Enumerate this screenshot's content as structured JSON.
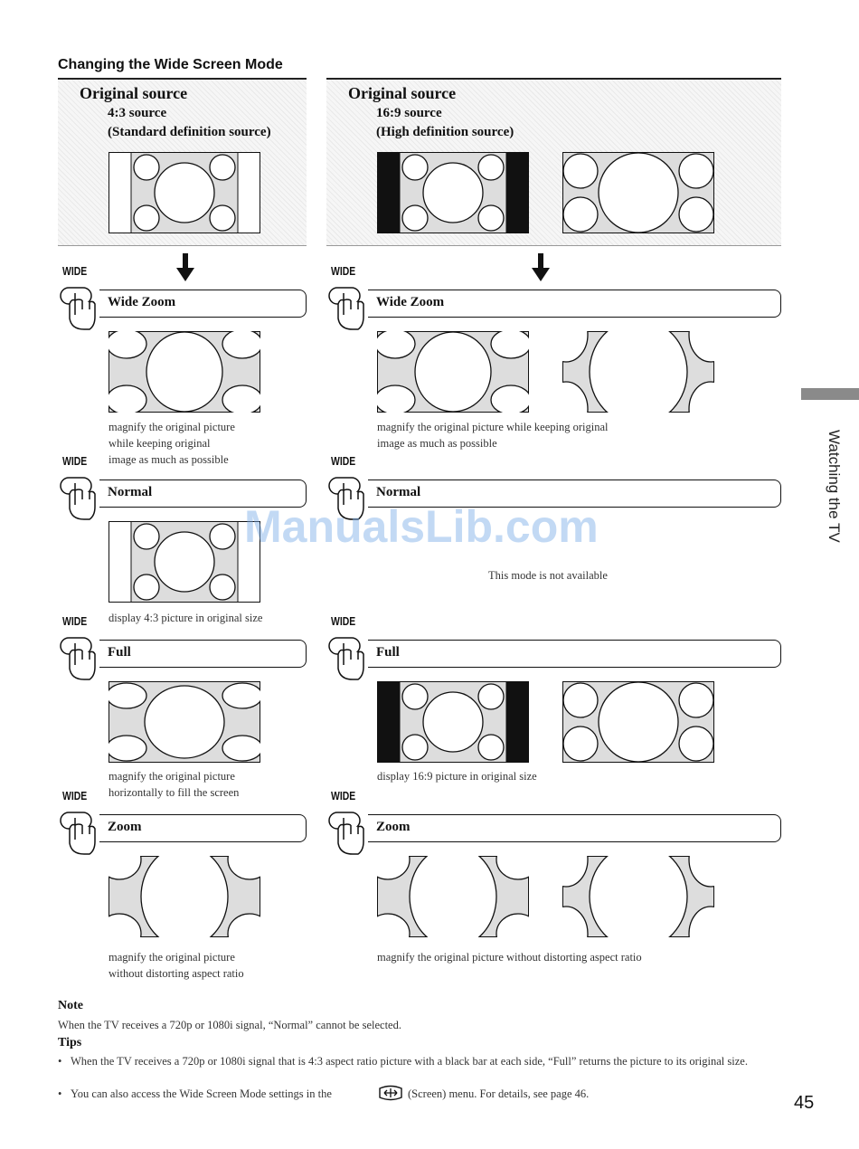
{
  "section_title": "Changing the Wide Screen Mode",
  "left_source": {
    "heading": "Original source",
    "line1": "4:3 source",
    "line2": "(Standard definition source)"
  },
  "right_source": {
    "heading": "Original source",
    "line1": "16:9 source",
    "line2": "(High definition source)"
  },
  "wide_label": "WIDE",
  "modes": [
    {
      "name": "Wide Zoom",
      "left_caption": "magnify the original picture\nwhile keeping original\nimage as much as possible",
      "right_caption": "magnify the original picture while keeping original\nimage as much as possible"
    },
    {
      "name": "Normal",
      "left_caption": "display 4:3 picture in original size",
      "right_caption": "This mode is not available"
    },
    {
      "name": "Full",
      "left_caption": "magnify the original picture\nhorizontally to fill the screen",
      "right_caption": "display 16:9 picture in original size"
    },
    {
      "name": "Zoom",
      "left_caption": "magnify the original picture\nwithout distorting aspect ratio",
      "right_caption": "magnify the original picture without distorting aspect ratio"
    }
  ],
  "note": {
    "heading": "Note",
    "text": "When the TV receives a 720p or 1080i signal, “Normal” cannot be selected."
  },
  "tips": {
    "heading": "Tips",
    "items": [
      "When the TV receives a 720p or 1080i signal that is 4:3 aspect ratio picture with a black bar at each side, “Full” returns the picture to its original size.",
      "You can also access the Wide Screen Mode settings in the",
      "(Screen) menu. For details, see page 46."
    ],
    "bullet": "•"
  },
  "side_tab": "Watching the TV",
  "page_number": "45",
  "watermark": "ManualsLib.com"
}
